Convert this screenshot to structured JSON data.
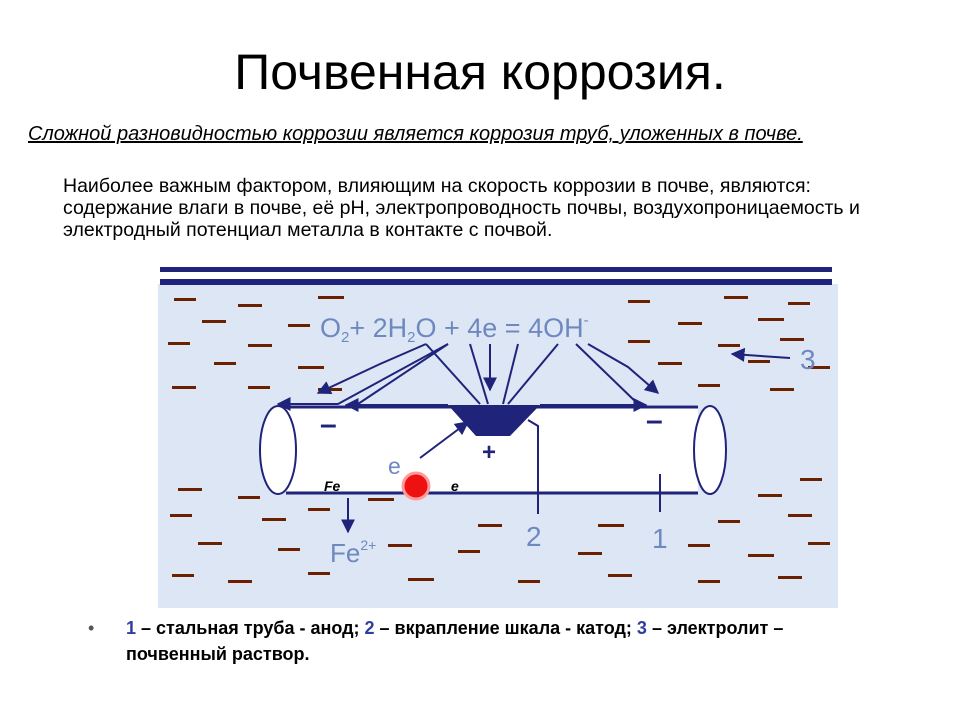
{
  "title": "Почвенная коррозия.",
  "subtitle": "Сложной разновидностью коррозии является коррозия труб, уложенных в почве.",
  "intro": "Наиболее важным фактором, влияющим на скорость коррозии в почве, являются: содержание влаги в почве, её pH, электропроводность почвы, воздухопроницаемость и электродный потенциал металла в контакте с почвой.",
  "diagram": {
    "reaction": {
      "o": "O",
      "o_sub": "2",
      "plus_2h": "+ 2H",
      "h_sub": "2",
      "rest": "O + 4e = 4OH",
      "charge": "-"
    },
    "label_3": "3",
    "label_2": "2",
    "label_1": "1",
    "minus_left": "–",
    "minus_right": "–",
    "plus": "+",
    "electron": "e",
    "fe_label": "Fe",
    "e_small": "e",
    "fe_ion": "Fe",
    "fe_ion_charge": "2+",
    "colors": {
      "pipe": "#1f237a",
      "soil": "#6b2000",
      "background": "#dce6f5",
      "label": "#6e89bf",
      "electron_dot": "#ee1111"
    }
  },
  "caption": {
    "bullet": "•",
    "n1": "1",
    "t1": " – стальная труба - анод; ",
    "n2": "2",
    "t2": " – вкрапление шкала - катод; ",
    "n3": "3",
    "t3": " – электролит – почвенный раствор."
  }
}
